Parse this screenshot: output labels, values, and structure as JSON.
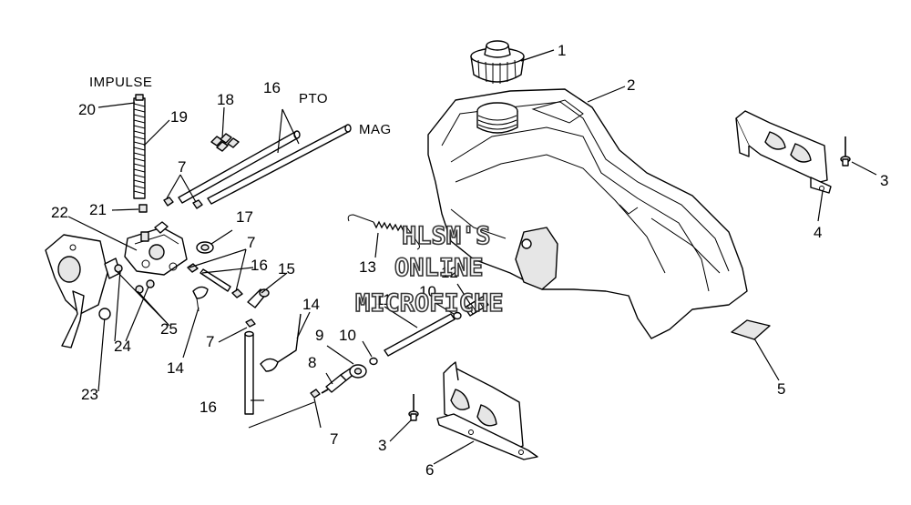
{
  "words": {
    "impulse": "IMPULSE",
    "pto": "PTO",
    "mag": "MAG"
  },
  "watermark": {
    "line1": "HLSM'S",
    "line2": "ONLINE",
    "line3": "MICROFICHE"
  },
  "callouts": {
    "c1": "1",
    "c2": "2",
    "c3a": "3",
    "c3b": "3",
    "c4": "4",
    "c5": "5",
    "c6": "6",
    "c7a": "7",
    "c7b": "7",
    "c7c": "7",
    "c7d": "7",
    "c8": "8",
    "c9": "9",
    "c10a": "10",
    "c10b": "10",
    "c11": "11",
    "c12": "12",
    "c13": "13",
    "c14a": "14",
    "c14b": "14",
    "c15": "15",
    "c16a": "16",
    "c16b": "16",
    "c16c": "16",
    "c17": "17",
    "c18": "18",
    "c19": "19",
    "c20": "20",
    "c21": "21",
    "c22": "22",
    "c23": "23",
    "c24": "24",
    "c25": "25"
  }
}
